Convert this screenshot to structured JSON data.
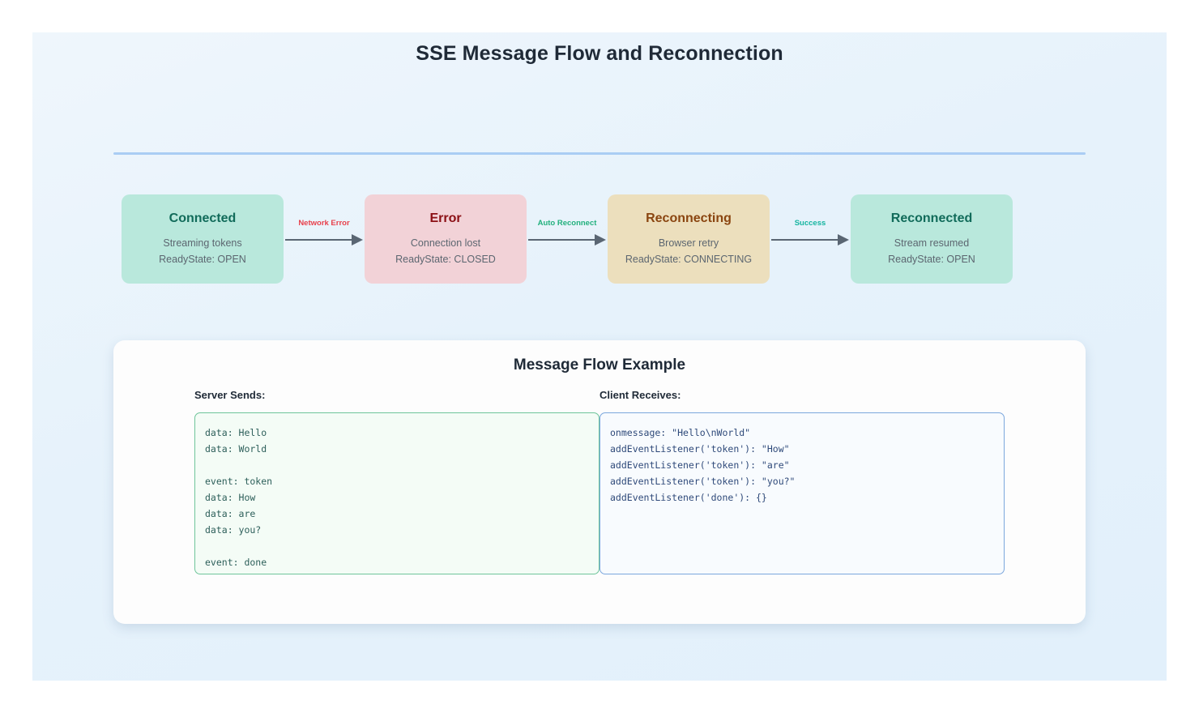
{
  "page": {
    "title": "SSE Message Flow and Reconnection",
    "background_color": "#e6f2fb",
    "divider_color": "#aacdf4"
  },
  "state_flow": {
    "states": [
      {
        "name": "Connected",
        "description": "Streaming tokens",
        "ready_state": "ReadyState: OPEN",
        "bg_color": "#b9e8dc",
        "title_color": "#116b5a"
      },
      {
        "name": "Error",
        "description": "Connection lost",
        "ready_state": "ReadyState: CLOSED",
        "bg_color": "#f2d2d7",
        "title_color": "#8b0f14"
      },
      {
        "name": "Reconnecting",
        "description": "Browser retry",
        "ready_state": "ReadyState: CONNECTING",
        "bg_color": "#ecdfbd",
        "title_color": "#8a4510"
      },
      {
        "name": "Reconnected",
        "description": "Stream resumed",
        "ready_state": "ReadyState: OPEN",
        "bg_color": "#b9e8dc",
        "title_color": "#116b5a"
      }
    ],
    "transitions": [
      {
        "label": "Network Error",
        "color": "#e8414c"
      },
      {
        "label": "Auto Reconnect",
        "color": "#22b07d"
      },
      {
        "label": "Success",
        "color": "#15b5a0"
      }
    ]
  },
  "example_card": {
    "title": "Message Flow Example",
    "server_pane": {
      "label": "Server Sends:",
      "code": "data: Hello\ndata: World\n\nevent: token\ndata: How\ndata: are\ndata: you?\n\nevent: done"
    },
    "client_pane": {
      "label": "Client Receives:",
      "code": "onmessage: \"Hello\\nWorld\"\naddEventListener('token'): \"How\"\naddEventListener('token'): \"are\"\naddEventListener('token'): \"you?\"\naddEventListener('done'): {}"
    }
  }
}
